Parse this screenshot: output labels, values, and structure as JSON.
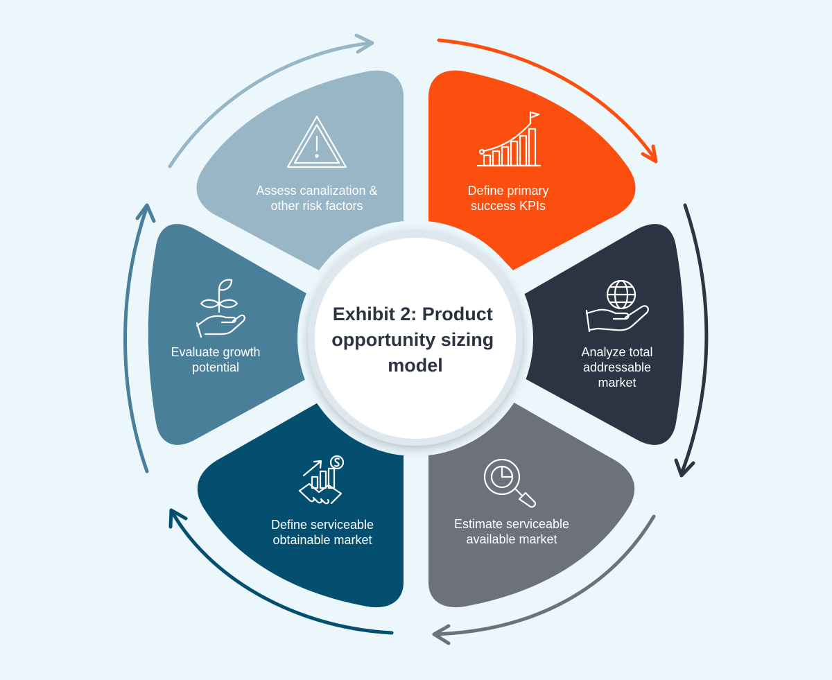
{
  "center": {
    "title_lines": [
      "Exhibit 2: Product",
      "opportunity sizing",
      "model"
    ]
  },
  "segments": [
    {
      "id": "kpis",
      "lines": [
        "Define primary",
        "success KPIs"
      ],
      "color": "#fc4f0f",
      "icon": "growth-chart-flag-icon"
    },
    {
      "id": "tam",
      "lines": [
        "Analyze total",
        "addressable",
        "market"
      ],
      "color": "#2b3442",
      "icon": "globe-in-hand-icon"
    },
    {
      "id": "sam",
      "lines": [
        "Estimate serviceable",
        "available market"
      ],
      "color": "#6d717b",
      "icon": "pie-chart-magnifier-icon"
    },
    {
      "id": "som",
      "lines": [
        "Define serviceable",
        "obtainable market"
      ],
      "color": "#044f70",
      "icon": "handshake-growth-icon"
    },
    {
      "id": "growth",
      "lines": [
        "Evaluate growth",
        "potential"
      ],
      "color": "#4a7f99",
      "icon": "plant-in-hand-icon"
    },
    {
      "id": "risk",
      "lines": [
        "Assess canalization &",
        "other risk factors"
      ],
      "color": "#98b6c6",
      "icon": "warning-triangle-icon"
    }
  ]
}
